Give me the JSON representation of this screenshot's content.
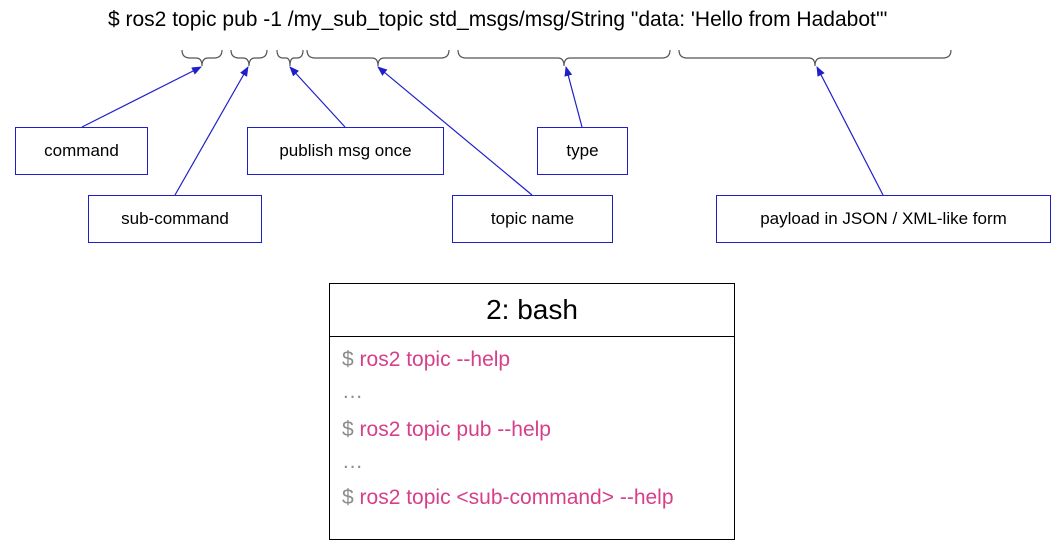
{
  "command_line": "$ ros2 topic pub -1 /my_sub_topic std_msgs/msg/String \"data: 'Hello from Hadabot'\"",
  "labels": {
    "command": "command",
    "sub_command": "sub-command",
    "publish_once": "publish msg once",
    "topic_name": "topic name",
    "type": "type",
    "payload": "payload in JSON / XML-like form"
  },
  "terminal": {
    "title": "2: bash",
    "prompt": "$",
    "ellipsis": "…",
    "lines": [
      "ros2 topic --help",
      "ros2 topic pub --help",
      "ros2 topic <sub-command> --help"
    ]
  },
  "colors": {
    "box_border": "#1f1fc9",
    "arrow": "#1f1fc9",
    "brace": "#555555",
    "prompt": "#8c8c8c",
    "command_text": "#d6408a"
  }
}
